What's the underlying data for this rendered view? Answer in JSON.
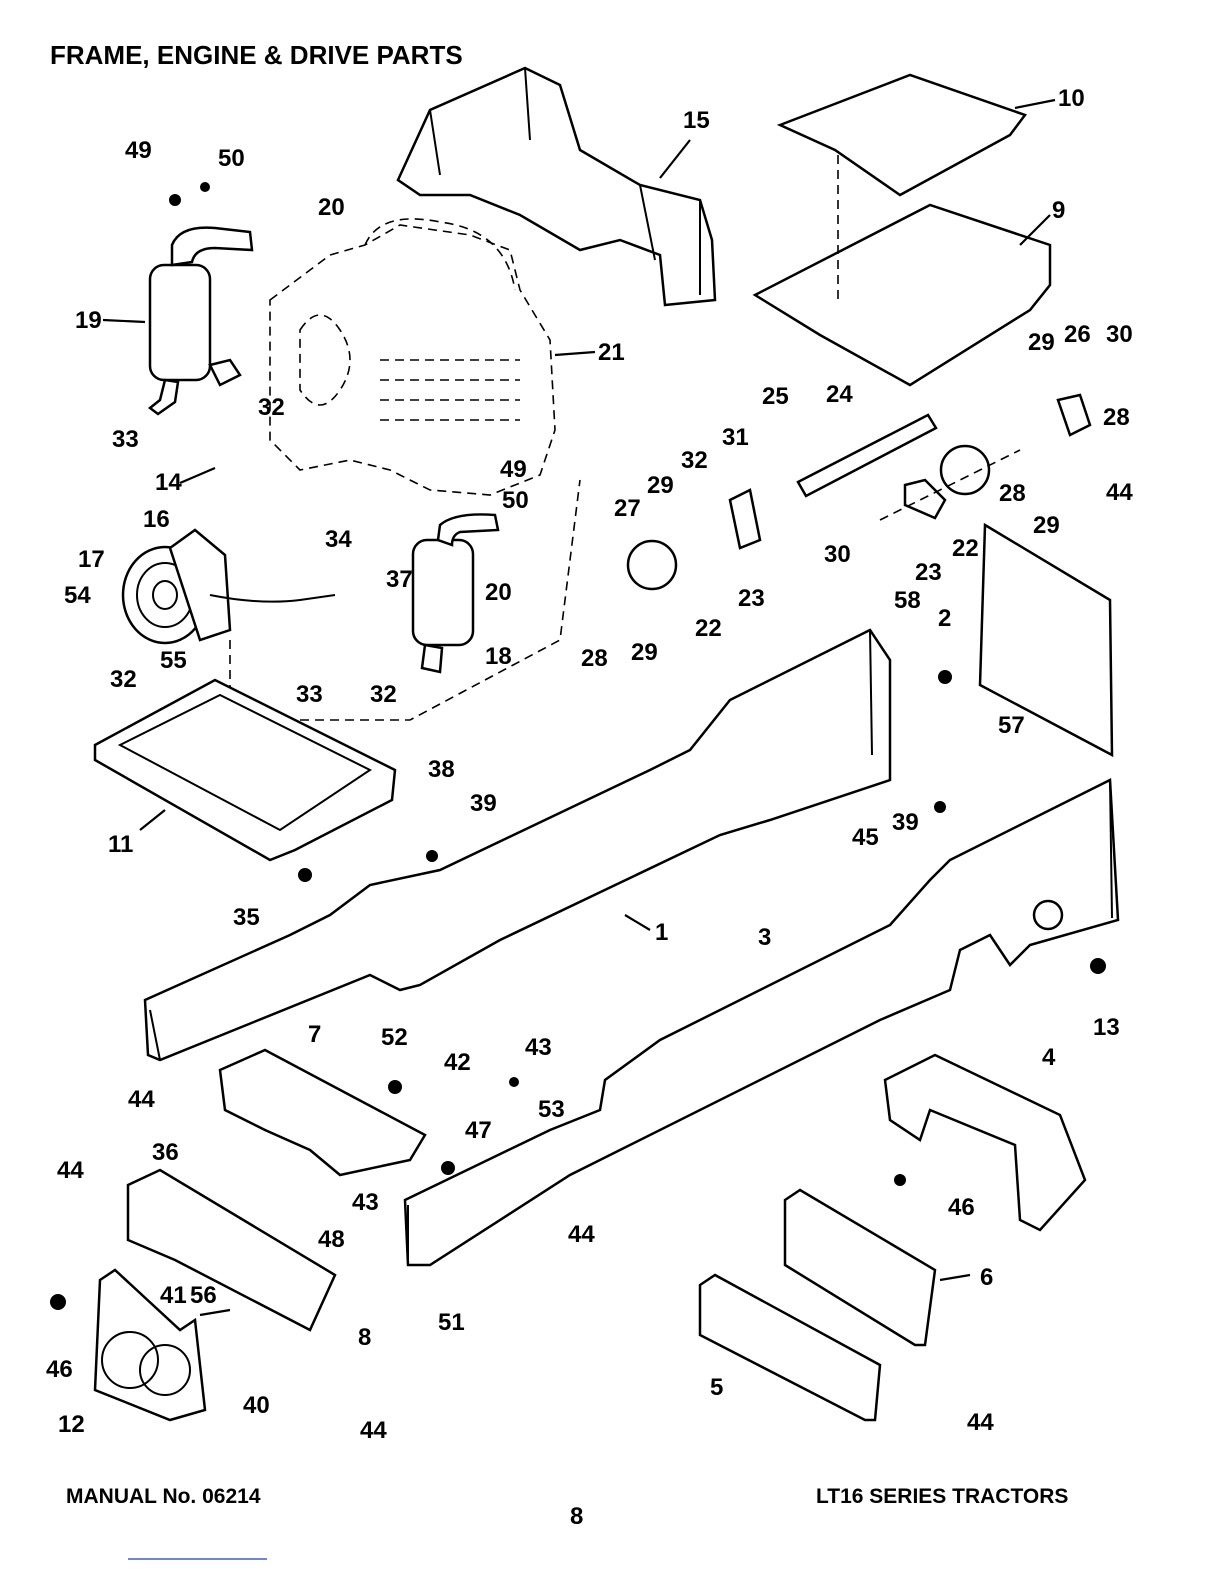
{
  "page": {
    "title": "FRAME, ENGINE & DRIVE PARTS",
    "manual_number": "MANUAL No. 06214",
    "page_number": "8",
    "series": "LT16 SERIES TRACTORS"
  },
  "diagram": {
    "callouts": [
      "1",
      "2",
      "3",
      "4",
      "5",
      "6",
      "7",
      "8",
      "9",
      "10",
      "11",
      "12",
      "13",
      "14",
      "15",
      "16",
      "17",
      "18",
      "19",
      "20",
      "20",
      "21",
      "22",
      "22",
      "23",
      "23",
      "24",
      "25",
      "26",
      "27",
      "28",
      "28",
      "28",
      "29",
      "29",
      "29",
      "29",
      "30",
      "30",
      "31",
      "32",
      "32",
      "32",
      "32",
      "33",
      "33",
      "34",
      "35",
      "36",
      "37",
      "38",
      "39",
      "39",
      "40",
      "41",
      "42",
      "43",
      "43",
      "44",
      "44",
      "44",
      "44",
      "44",
      "44",
      "45",
      "46",
      "46",
      "47",
      "48",
      "49",
      "49",
      "50",
      "50",
      "51",
      "52",
      "53",
      "54",
      "55",
      "56",
      "57",
      "58"
    ]
  }
}
